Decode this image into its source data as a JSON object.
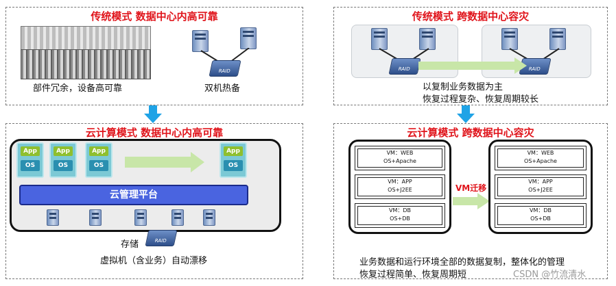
{
  "top_left": {
    "title": "传统模式 数据中心内高可靠",
    "caption_left": "部件冗余，设备高可靠",
    "caption_right": "双机热备",
    "raid_label": "RAID"
  },
  "top_right": {
    "title": "传统模式 跨数据中心容灾",
    "line1": "以复制业务数据为主",
    "line2": "恢复过程复杂、恢复周期较长",
    "raid_label": "RAID"
  },
  "bottom_left": {
    "title": "云计算模式 数据中心内高可靠",
    "app_label": "App",
    "os_label": "OS",
    "platform_label": "云管理平台",
    "storage_label": "存储",
    "caption": "虚拟机（含业务）自动漂移",
    "raid_label": "RAID"
  },
  "bottom_right": {
    "title": "云计算模式 跨数据中心容灾",
    "migration_label": "VM迁移",
    "vms": [
      {
        "name": "VM：WEB",
        "stack": "OS+Apache"
      },
      {
        "name": "VM：APP",
        "stack": "OS+J2EE"
      },
      {
        "name": "VM：DB",
        "stack": "OS+DB"
      }
    ],
    "line1": "业务数据和运行环境全部的数据复制，整体化的管理",
    "line2": "恢复过程简单、恢复周期短"
  },
  "watermark": "CSDN @竹流清水",
  "colors": {
    "title_red": "#e0141b",
    "arrow_blue": "#1fa3e6",
    "platform_blue": "#4a64e0",
    "green_arrow": "#c8e6a8"
  }
}
